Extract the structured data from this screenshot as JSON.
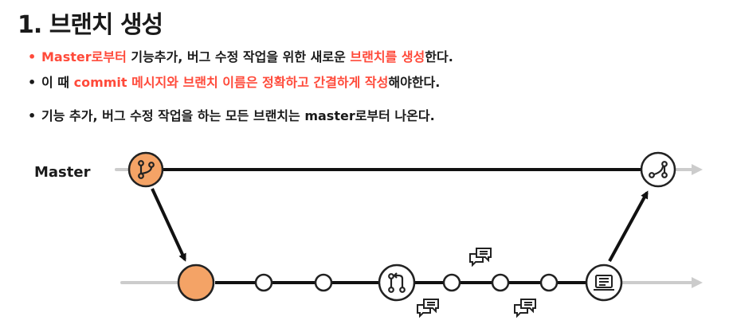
{
  "title": "1. 브랜치 생성",
  "bullets": [
    {
      "segments": [
        {
          "text": "Master로부터",
          "emphasis": true
        },
        {
          "text": " 기능추가, 버그 수정 작업을 위한 새로운 ",
          "emphasis": false
        },
        {
          "text": "브랜치를 생성",
          "emphasis": true
        },
        {
          "text": "한다.",
          "emphasis": false
        }
      ]
    },
    {
      "segments": [
        {
          "text": "이 때 ",
          "emphasis": false
        },
        {
          "text": "commit 메시지와 브랜치 이름은 정확하고 간결하게 작성",
          "emphasis": true
        },
        {
          "text": "해야한다.",
          "emphasis": false
        }
      ]
    },
    {
      "segments": [
        {
          "text": "기능 추가, 버그 수정 작업을 하는 모든 브랜치는 master로부터 나온다.",
          "emphasis": false
        }
      ]
    }
  ],
  "diagram": {
    "master_label": "Master",
    "colors": {
      "accent": "#ff4a3a",
      "branch_node_fill": "#f4a366",
      "line": "#111111",
      "timeline_gray": "#cccccc"
    },
    "icons": [
      "branch-icon",
      "merge-icon",
      "pull-request-icon",
      "comment-icon",
      "review-icon"
    ]
  }
}
